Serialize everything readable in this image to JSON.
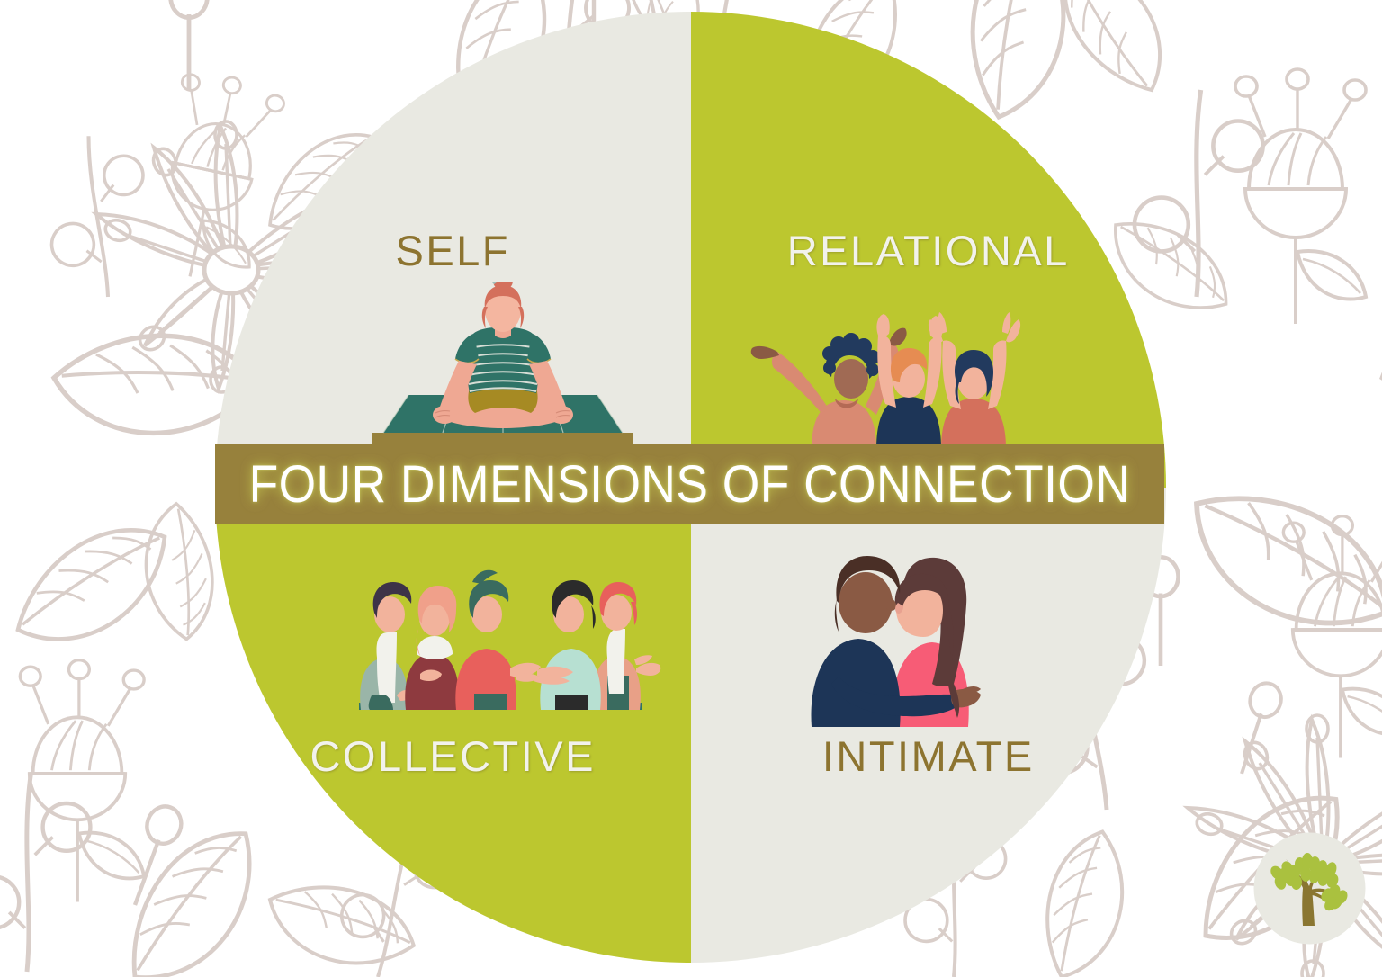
{
  "banner": {
    "title": "FOUR DIMENSIONS OF CONNECTION"
  },
  "wheel": {
    "quadrants": [
      {
        "key": "self",
        "label": "SELF",
        "position": "top-left",
        "background_color": "#e9e9e2",
        "label_color": "#8d7430",
        "illustration": "meditating-woman-lotus-pose-on-mat"
      },
      {
        "key": "relational",
        "label": "RELATIONAL",
        "position": "top-right",
        "background_color": "#bcc72f",
        "label_color": "#f2f2ec",
        "illustration": "three-friends-arms-raised-celebrating"
      },
      {
        "key": "collective",
        "label": "COLLECTIVE",
        "position": "bottom-left",
        "background_color": "#bcc72f",
        "label_color": "#f2f2ec",
        "illustration": "group-of-five-people-in-conversation"
      },
      {
        "key": "intimate",
        "label": "INTIMATE",
        "position": "bottom-right",
        "background_color": "#e9e9e2",
        "label_color": "#8d7430",
        "illustration": "couple-embracing-face-to-face"
      }
    ]
  },
  "logo": {
    "name": "tree-logo",
    "trunk_color": "#8a7631",
    "leaf_color": "#aac13f",
    "circle_color": "#e9e9e2"
  },
  "background": {
    "pattern": "botanical-line-art-flowers-leaves",
    "line_color": "#d9cec9",
    "fill_color": "#ffffff"
  },
  "colors": {
    "green": "#bcc72f",
    "light": "#e9e9e2",
    "gold": "#97813c",
    "white": "#ffffff"
  }
}
